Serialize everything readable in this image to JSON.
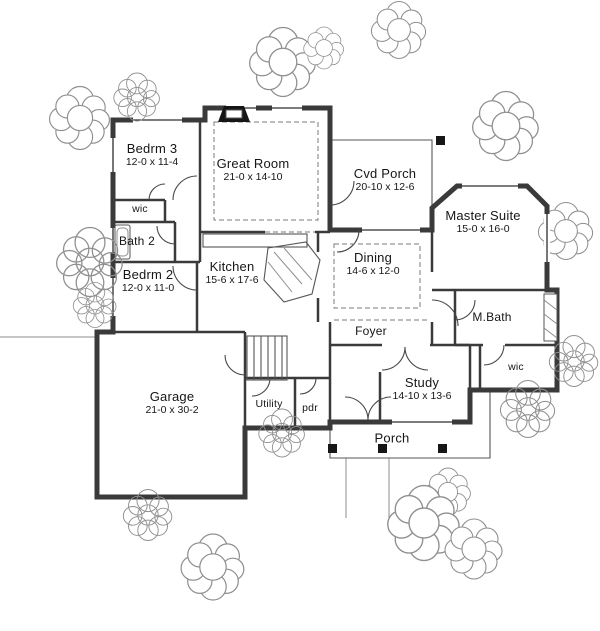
{
  "plan": {
    "rooms": {
      "bedrm3": {
        "name": "Bedrm 3",
        "dims": "12-0 x 11-4"
      },
      "great_room": {
        "name": "Great Room",
        "dims": "21-0 x 14-10"
      },
      "cvd_porch": {
        "name": "Cvd Porch",
        "dims": "20-10 x 12-6"
      },
      "master_suite": {
        "name": "Master Suite",
        "dims": "15-0 x 16-0"
      },
      "wic_left": {
        "name": "wic"
      },
      "bath2": {
        "name": "Bath 2"
      },
      "bedrm2": {
        "name": "Bedrm 2",
        "dims": "12-0 x 11-0"
      },
      "kitchen": {
        "name": "Kitchen",
        "dims": "15-6 x 17-6"
      },
      "dining": {
        "name": "Dining",
        "dims": "14-6 x 12-0"
      },
      "foyer": {
        "name": "Foyer"
      },
      "mbath": {
        "name": "M.Bath"
      },
      "wic_right": {
        "name": "wic"
      },
      "study": {
        "name": "Study",
        "dims": "14-10 x 13-6"
      },
      "garage": {
        "name": "Garage",
        "dims": "21-0 x 30-2"
      },
      "utility": {
        "name": "Utility"
      },
      "pdr": {
        "name": "pdr"
      },
      "porch": {
        "name": "Porch"
      }
    },
    "colors": {
      "wall": "#3a3a3a",
      "line": "#555555",
      "tree": "#8f8f8f",
      "background": "#ffffff",
      "text": "#161616"
    }
  }
}
